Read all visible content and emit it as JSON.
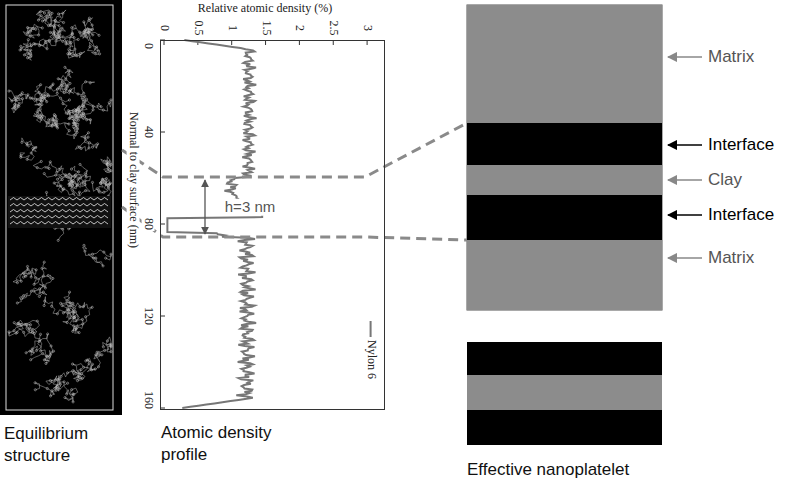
{
  "diagram": {
    "nodes": [
      {
        "text": [
          "Equilibrium structure"
        ]
      },
      {
        "text": [
          "Atomic density profile"
        ]
      },
      {
        "text": [
          "Matrix"
        ]
      },
      {
        "text": [
          "Interface"
        ]
      },
      {
        "text": [
          "Clay"
        ]
      },
      {
        "text": [
          "Interface"
        ]
      },
      {
        "text": [
          "Matrix"
        ]
      },
      {
        "text": [
          "Effective nanoplatelet"
        ]
      }
    ],
    "edges": [
      {
        "from": 0,
        "to": 3,
        "arrow": "none"
      },
      {
        "from": 0,
        "to": 5,
        "arrow": "none"
      }
    ],
    "labels": [
      "Relative atomic density (%)",
      "0",
      "0.5",
      "1",
      "1.5",
      "2",
      "2.5",
      "3",
      "Normal to clay surface (nm)",
      "0",
      "40",
      "80",
      "120",
      "160",
      "h=3 nm"
    ],
    "legend": [
      {
        "text": "Nylon 6"
      }
    ]
  }
}
